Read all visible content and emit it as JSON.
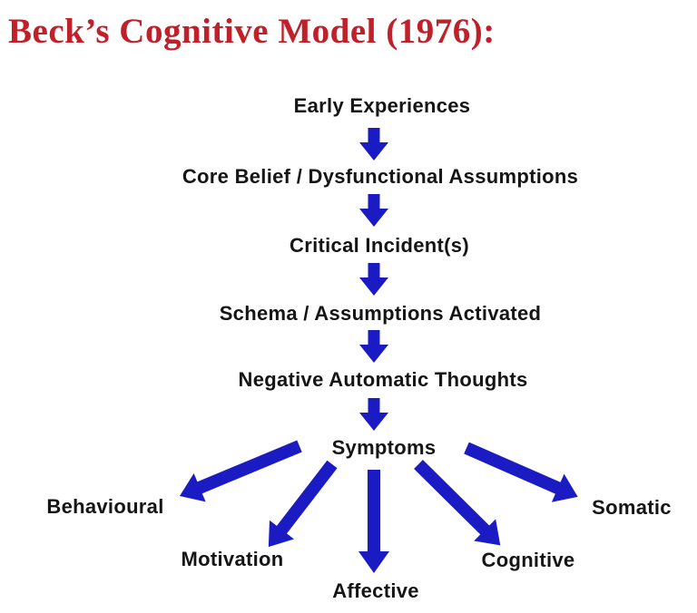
{
  "diagram": {
    "title": "Beck’s Cognitive Model (1976):",
    "steps": [
      "Early Experiences",
      "Core Belief / Dysfunctional Assumptions",
      "Critical Incident(s)",
      "Schema / Assumptions Activated",
      "Negative Automatic Thoughts",
      "Symptoms"
    ],
    "symptom_branches": [
      "Behavioural",
      "Motivation",
      "Affective",
      "Cognitive",
      "Somatic"
    ]
  },
  "colors": {
    "title_red": "#c0202a",
    "arrow_blue": "#1b1bc3",
    "label_black": "#151515",
    "background": "#ffffff"
  }
}
